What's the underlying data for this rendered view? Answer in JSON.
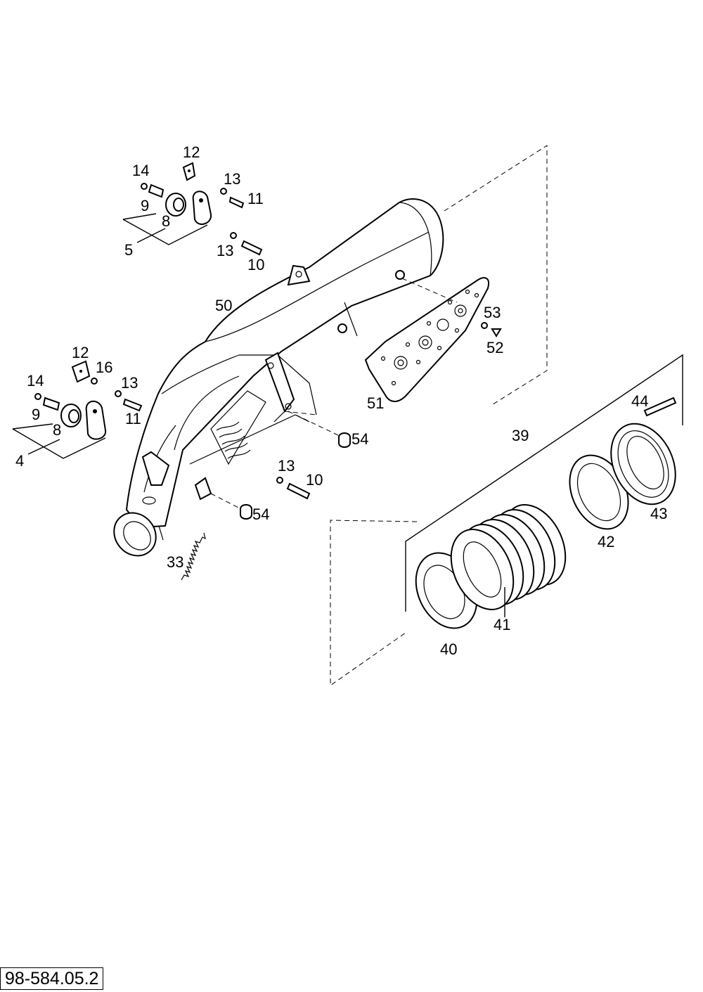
{
  "document_code": "98-584.05.2",
  "callouts": {
    "c4": "4",
    "c5": "5",
    "c8a": "8",
    "c8b": "8",
    "c9a": "9",
    "c9b": "9",
    "c10a": "10",
    "c10b": "10",
    "c11a": "11",
    "c11b": "11",
    "c12a": "12",
    "c12b": "12",
    "c13a": "13",
    "c13b": "13",
    "c13c": "13",
    "c13d": "13",
    "c14a": "14",
    "c14b": "14",
    "c16": "16",
    "c33": "33",
    "c39": "39",
    "c40": "40",
    "c41": "41",
    "c42": "42",
    "c43": "43",
    "c44": "44",
    "c50": "50",
    "c51": "51",
    "c52": "52",
    "c53": "53",
    "c54a": "54",
    "c54b": "54"
  }
}
